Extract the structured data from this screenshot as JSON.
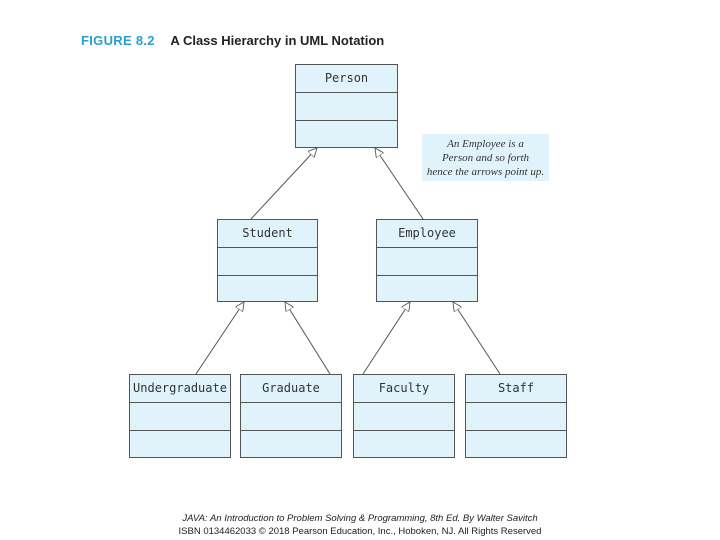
{
  "figure": {
    "number": "FIGURE 8.2",
    "title": "A Class Hierarchy in UML Notation"
  },
  "classes": {
    "person": "Person",
    "student": "Student",
    "employee": "Employee",
    "undergraduate": "Undergraduate",
    "graduate": "Graduate",
    "faculty": "Faculty",
    "staff": "Staff"
  },
  "note": {
    "lines": [
      "An Employee is a",
      "Person and so forth",
      "hence the arrows point up."
    ]
  },
  "footer": {
    "line1": "JAVA: An Introduction to Problem Solving & Programming, 8th Ed. By Walter Savitch",
    "line2": "ISBN 0134462033 © 2018 Pearson Education, Inc., Hoboken, NJ. All Rights Reserved"
  },
  "colors": {
    "figure_number": "#2a9fc9",
    "class_fill": "#e0f3fb",
    "border": "#555555"
  }
}
